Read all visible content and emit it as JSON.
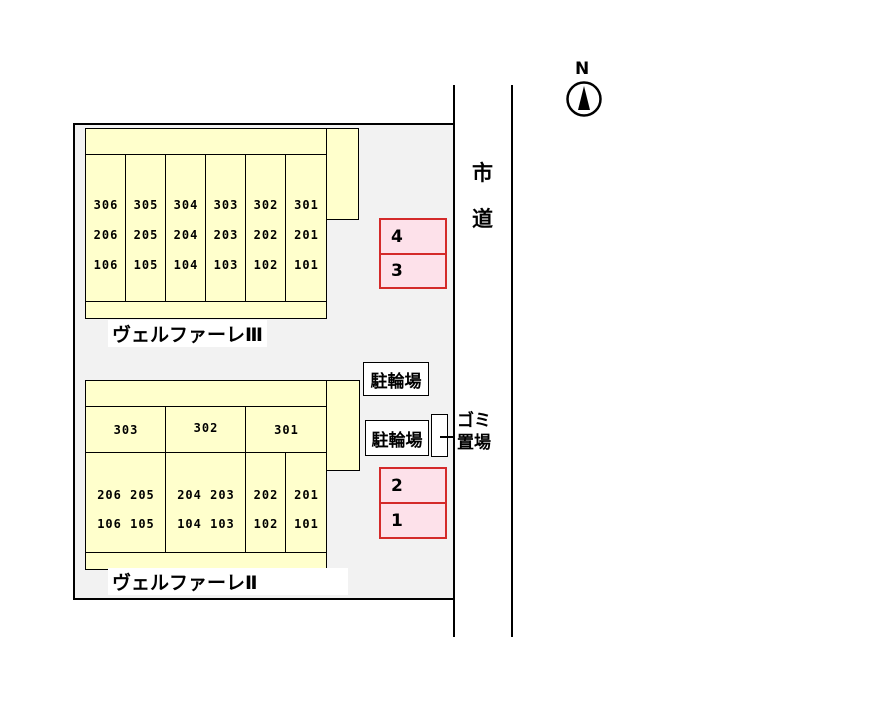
{
  "road": {
    "label_line1": "市",
    "label_line2": "道"
  },
  "north": {
    "label": "N"
  },
  "building_3": {
    "name": "ヴェルファーレⅢ",
    "columns": [
      {
        "top": "306",
        "mid": "206",
        "bot": "106"
      },
      {
        "top": "305",
        "mid": "205",
        "bot": "105"
      },
      {
        "top": "304",
        "mid": "204",
        "bot": "104"
      },
      {
        "top": "303",
        "mid": "203",
        "bot": "103"
      },
      {
        "top": "302",
        "mid": "202",
        "bot": "102"
      },
      {
        "top": "301",
        "mid": "201",
        "bot": "101"
      }
    ]
  },
  "building_2": {
    "name": "ヴェルファーレⅡ",
    "upper_units": [
      "303",
      "302",
      "301"
    ],
    "lower_groups": [
      {
        "row1": "206 205",
        "row2": "106 105"
      },
      {
        "row1": "204 203",
        "row2": "104 103"
      },
      {
        "row1": "202",
        "row2": "102"
      },
      {
        "row1": "201",
        "row2": "101"
      }
    ]
  },
  "parking": {
    "spot_4": "4",
    "spot_3": "3",
    "spot_2": "2",
    "spot_1": "1"
  },
  "bicycle_parking": {
    "label_a": "駐輪場",
    "label_b": "駐輪場"
  },
  "garbage": {
    "line1": "ゴミ",
    "line2": "置場"
  }
}
